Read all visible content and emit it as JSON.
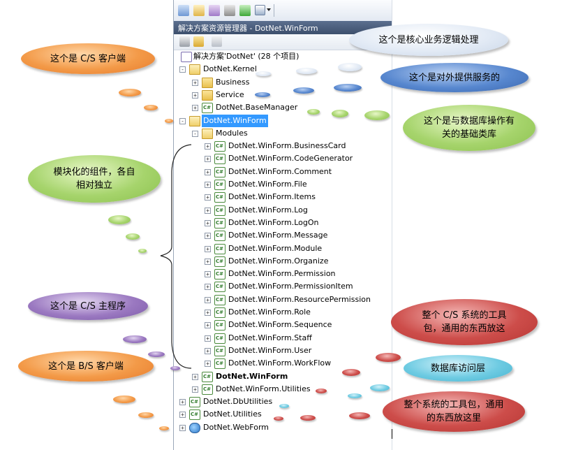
{
  "panel": {
    "title": "解决方案资源管理器 - DotNet.WinForm"
  },
  "tree": [
    {
      "label": "解决方案'DotNet' (28 个项目)",
      "icon": "solution-icon"
    },
    {
      "label": "DotNet.Kernel",
      "icon": "folder-open-icon"
    },
    {
      "label": "Business",
      "icon": "folder-icon"
    },
    {
      "label": "Service",
      "icon": "folder-icon"
    },
    {
      "label": "DotNet.BaseManager",
      "icon": "csharp-project-icon"
    },
    {
      "label": "DotNet.WinForm",
      "icon": "folder-open-icon"
    },
    {
      "label": "Modules",
      "icon": "folder-open-icon"
    },
    {
      "label": "DotNet.WinForm.BusinessCard",
      "icon": "csharp-project-icon"
    },
    {
      "label": "DotNet.WinForm.CodeGenerator",
      "icon": "csharp-project-icon"
    },
    {
      "label": "DotNet.WinForm.Comment",
      "icon": "csharp-project-icon"
    },
    {
      "label": "DotNet.WinForm.File",
      "icon": "csharp-project-icon"
    },
    {
      "label": "DotNet.WinForm.Items",
      "icon": "csharp-project-icon"
    },
    {
      "label": "DotNet.WinForm.Log",
      "icon": "csharp-project-icon"
    },
    {
      "label": "DotNet.WinForm.LogOn",
      "icon": "csharp-project-icon"
    },
    {
      "label": "DotNet.WinForm.Message",
      "icon": "csharp-project-icon"
    },
    {
      "label": "DotNet.WinForm.Module",
      "icon": "csharp-project-icon"
    },
    {
      "label": "DotNet.WinForm.Organize",
      "icon": "csharp-project-icon"
    },
    {
      "label": "DotNet.WinForm.Permission",
      "icon": "csharp-project-icon"
    },
    {
      "label": "DotNet.WinForm.PermissionItem",
      "icon": "csharp-project-icon"
    },
    {
      "label": "DotNet.WinForm.ResourcePermission",
      "icon": "csharp-project-icon"
    },
    {
      "label": "DotNet.WinForm.Role",
      "icon": "csharp-project-icon"
    },
    {
      "label": "DotNet.WinForm.Sequence",
      "icon": "csharp-project-icon"
    },
    {
      "label": "DotNet.WinForm.Staff",
      "icon": "csharp-project-icon"
    },
    {
      "label": "DotNet.WinForm.User",
      "icon": "csharp-project-icon"
    },
    {
      "label": "DotNet.WinForm.WorkFlow",
      "icon": "csharp-project-icon"
    },
    {
      "label": "DotNet.WinForm",
      "icon": "csharp-project-icon"
    },
    {
      "label": "DotNet.WinForm.Utilities",
      "icon": "csharp-project-icon"
    },
    {
      "label": "DotNet.DbUtilities",
      "icon": "csharp-project-icon"
    },
    {
      "label": "DotNet.Utilities",
      "icon": "csharp-project-icon"
    },
    {
      "label": "DotNet.WebForm",
      "icon": "web-project-icon"
    }
  ],
  "callouts": {
    "cs_client": "这个是 C/S 客户端",
    "core_logic": "这个是核心业务逻辑处理",
    "external_service": "这个是对外提供服务的",
    "db_base": "这个是与数据库操作有关的基础类库",
    "modules": "模块化的组件，各自相对独立",
    "cs_main": "这个是 C/S 主程序",
    "cs_utilities": "整个 C/S 系统的工具包，通用的东西放这",
    "bs_client": "这个是 B/S 客户端",
    "db_access": "数据库访问层",
    "sys_utilities": "整个系统的工具包，通用的东西放这里"
  },
  "colors": {
    "selection": "#3399ff",
    "title_bar": "#4a5d7e"
  }
}
